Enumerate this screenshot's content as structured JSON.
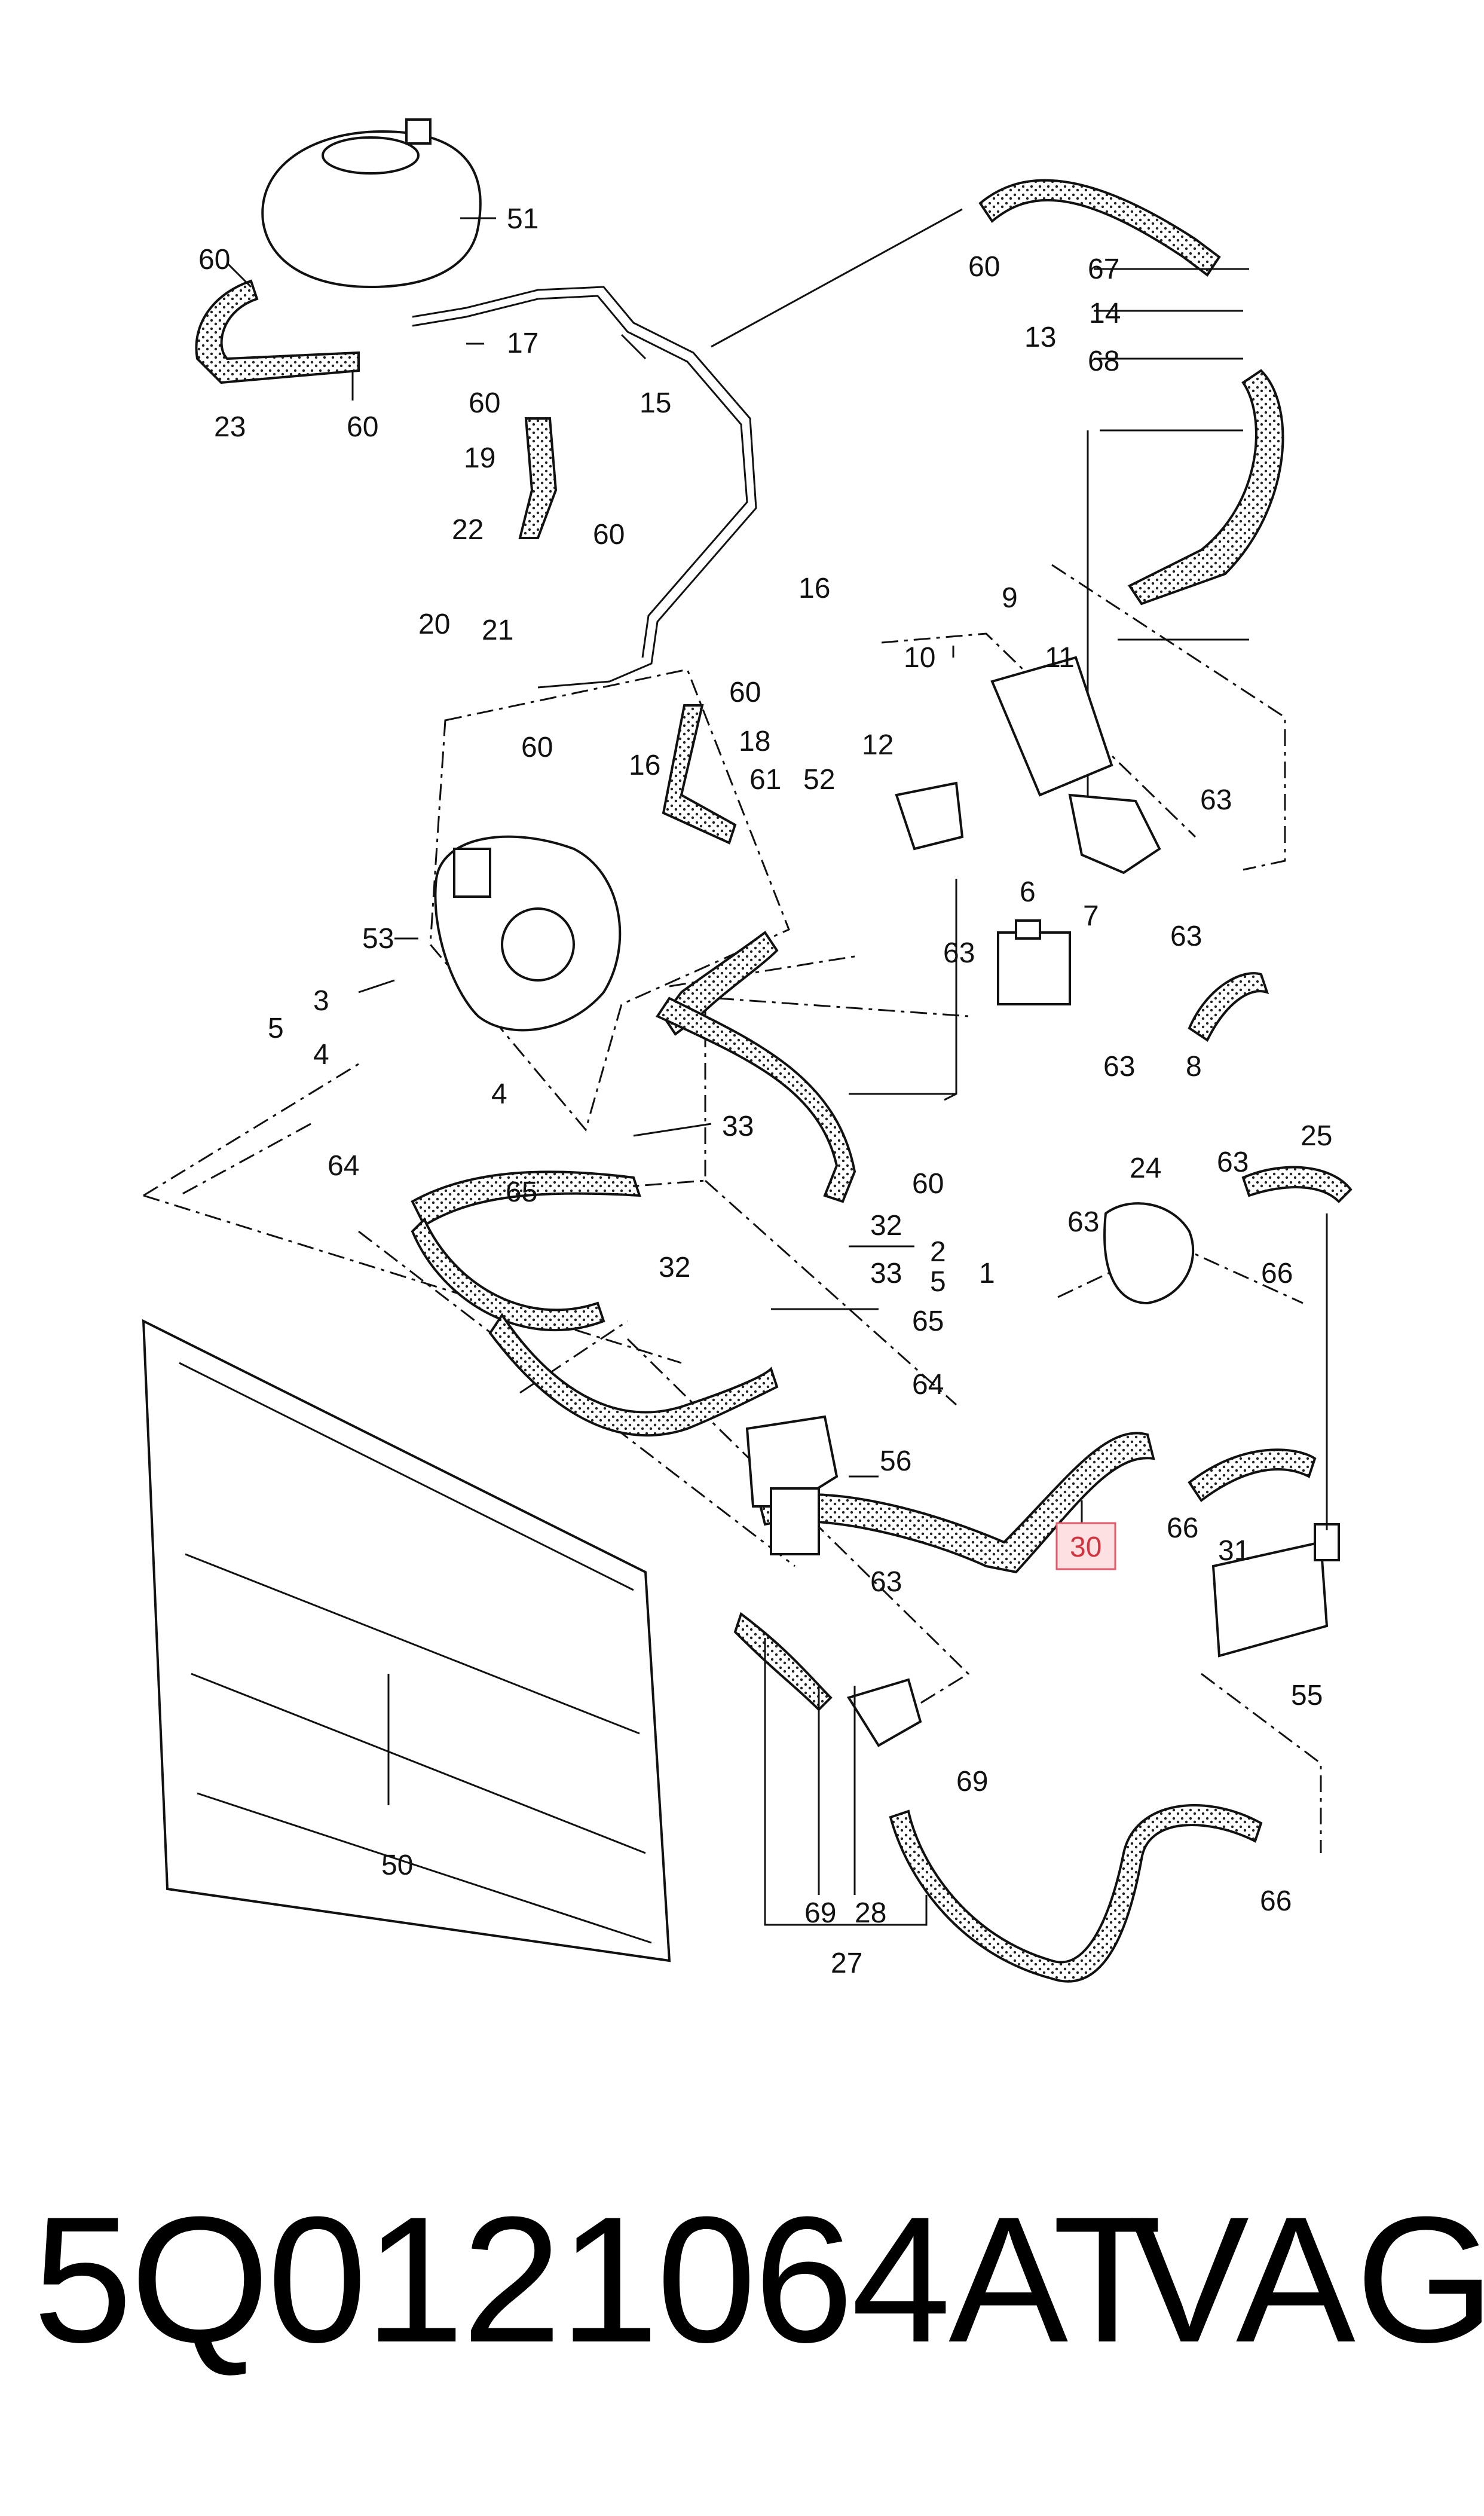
{
  "callouts": [
    {
      "id": "51",
      "text": "51"
    },
    {
      "id": "60a",
      "text": "60"
    },
    {
      "id": "23",
      "text": "23"
    },
    {
      "id": "60b",
      "text": "60"
    },
    {
      "id": "17",
      "text": "17"
    },
    {
      "id": "60c",
      "text": "60"
    },
    {
      "id": "15",
      "text": "15"
    },
    {
      "id": "19",
      "text": "19"
    },
    {
      "id": "22",
      "text": "22"
    },
    {
      "id": "60d",
      "text": "60"
    },
    {
      "id": "20",
      "text": "20"
    },
    {
      "id": "21",
      "text": "21"
    },
    {
      "id": "16a",
      "text": "16"
    },
    {
      "id": "60e",
      "text": "60"
    },
    {
      "id": "60f",
      "text": "60"
    },
    {
      "id": "18",
      "text": "18"
    },
    {
      "id": "16b",
      "text": "16"
    },
    {
      "id": "61",
      "text": "61"
    },
    {
      "id": "52",
      "text": "52"
    },
    {
      "id": "60g",
      "text": "60"
    },
    {
      "id": "67",
      "text": "67"
    },
    {
      "id": "14",
      "text": "14"
    },
    {
      "id": "13",
      "text": "13"
    },
    {
      "id": "68",
      "text": "68"
    },
    {
      "id": "9",
      "text": "9"
    },
    {
      "id": "10",
      "text": "10"
    },
    {
      "id": "11",
      "text": "11"
    },
    {
      "id": "12",
      "text": "12"
    },
    {
      "id": "63a",
      "text": "63"
    },
    {
      "id": "6",
      "text": "6"
    },
    {
      "id": "7",
      "text": "7"
    },
    {
      "id": "63b",
      "text": "63"
    },
    {
      "id": "63c",
      "text": "63"
    },
    {
      "id": "63d",
      "text": "63"
    },
    {
      "id": "8",
      "text": "8"
    },
    {
      "id": "53",
      "text": "53"
    },
    {
      "id": "3",
      "text": "3"
    },
    {
      "id": "5a",
      "text": "5"
    },
    {
      "id": "4a",
      "text": "4"
    },
    {
      "id": "4b",
      "text": "4"
    },
    {
      "id": "33a",
      "text": "33"
    },
    {
      "id": "64a",
      "text": "64"
    },
    {
      "id": "65a",
      "text": "65"
    },
    {
      "id": "60h",
      "text": "60"
    },
    {
      "id": "32a",
      "text": "32"
    },
    {
      "id": "2",
      "text": "2"
    },
    {
      "id": "32b",
      "text": "32"
    },
    {
      "id": "33b",
      "text": "33"
    },
    {
      "id": "5b",
      "text": "5"
    },
    {
      "id": "1",
      "text": "1"
    },
    {
      "id": "65b",
      "text": "65"
    },
    {
      "id": "64b",
      "text": "64"
    },
    {
      "id": "24",
      "text": "24"
    },
    {
      "id": "63e",
      "text": "63"
    },
    {
      "id": "25",
      "text": "25"
    },
    {
      "id": "63f",
      "text": "63"
    },
    {
      "id": "66a",
      "text": "66"
    },
    {
      "id": "56",
      "text": "56"
    },
    {
      "id": "63g",
      "text": "63"
    },
    {
      "id": "30",
      "text": "30"
    },
    {
      "id": "66b",
      "text": "66"
    },
    {
      "id": "31",
      "text": "31"
    },
    {
      "id": "55",
      "text": "55"
    },
    {
      "id": "50",
      "text": "50"
    },
    {
      "id": "69a",
      "text": "69"
    },
    {
      "id": "69b",
      "text": "69"
    },
    {
      "id": "28",
      "text": "28"
    },
    {
      "id": "27",
      "text": "27"
    },
    {
      "id": "66c",
      "text": "66"
    }
  ],
  "highlight": {
    "part": "30",
    "color": "#e05a6a",
    "fill": "#fde0e2"
  },
  "footer": {
    "part_number": "5Q0121064AT",
    "brand": "VAG"
  }
}
